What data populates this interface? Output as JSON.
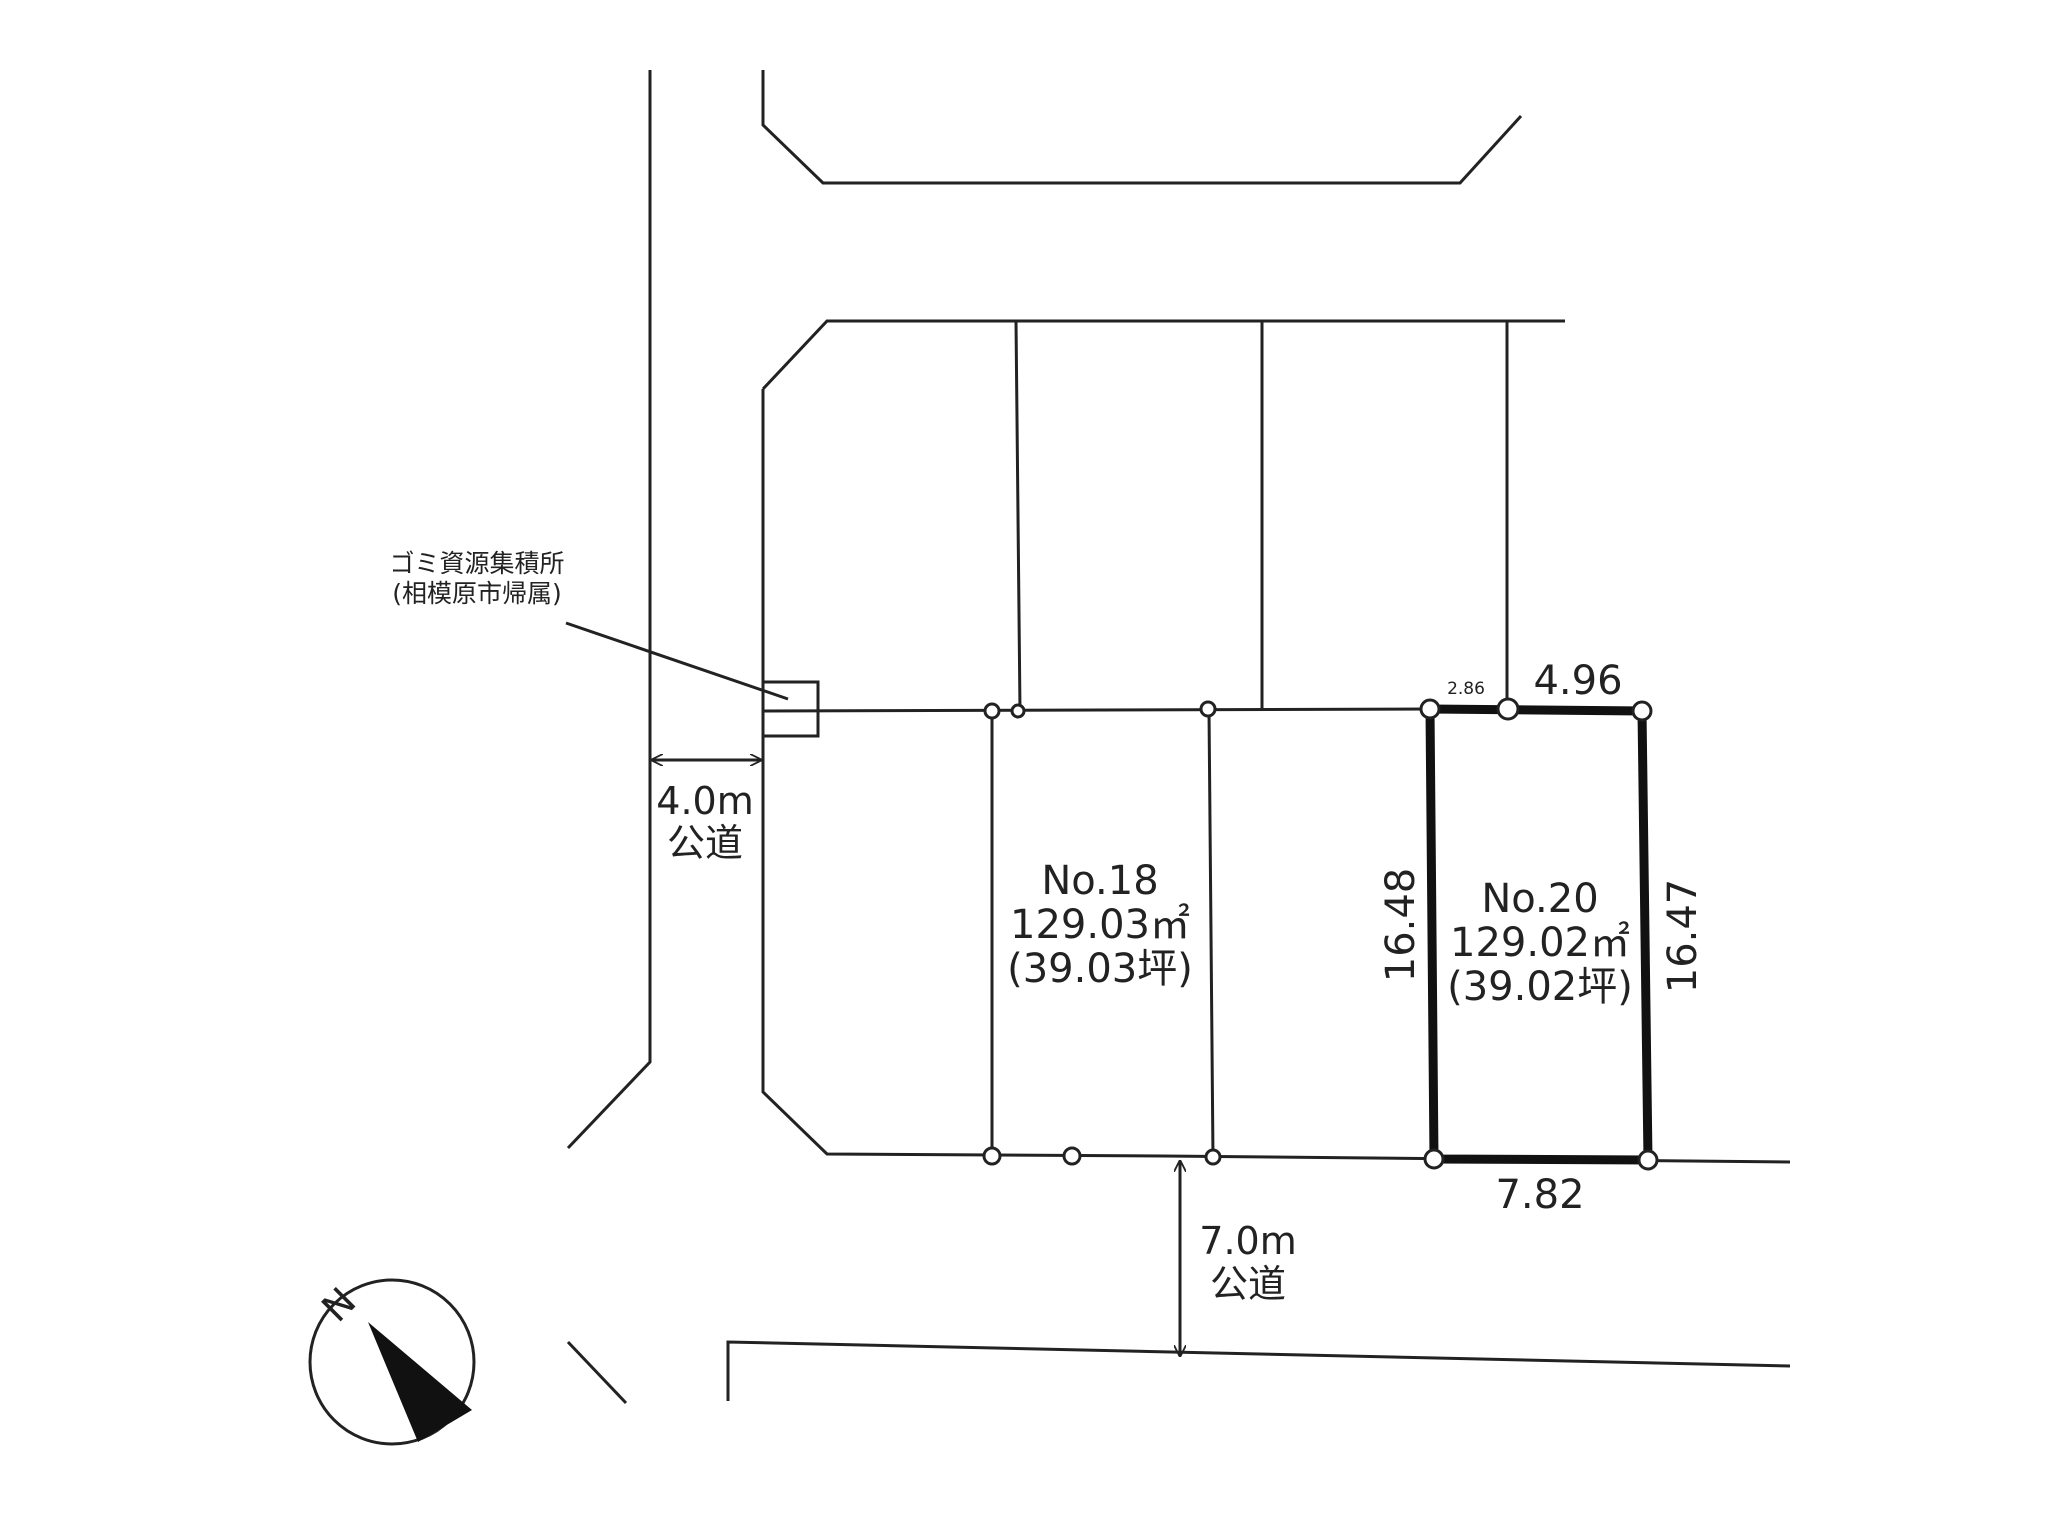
{
  "collection_point": {
    "line1": "ゴミ資源集積所",
    "line2": "(相模原市帰属)"
  },
  "roads": {
    "west": {
      "width": "4.0m",
      "type": "公道"
    },
    "south": {
      "width": "7.0m",
      "type": "公道"
    }
  },
  "lots": [
    {
      "no": "No.18",
      "area": "129.03㎡",
      "tsubo": "(39.03坪)"
    },
    {
      "no": "No.20",
      "area": "129.02㎡",
      "tsubo": "(39.02坪)"
    }
  ],
  "dimensions": {
    "top_small": "2.86",
    "top": "4.96",
    "left": "16.48",
    "right": "16.47",
    "bottom": "7.82"
  },
  "compass": {
    "label": "N"
  },
  "colors": {
    "line": "#222222",
    "background": "#ffffff"
  }
}
